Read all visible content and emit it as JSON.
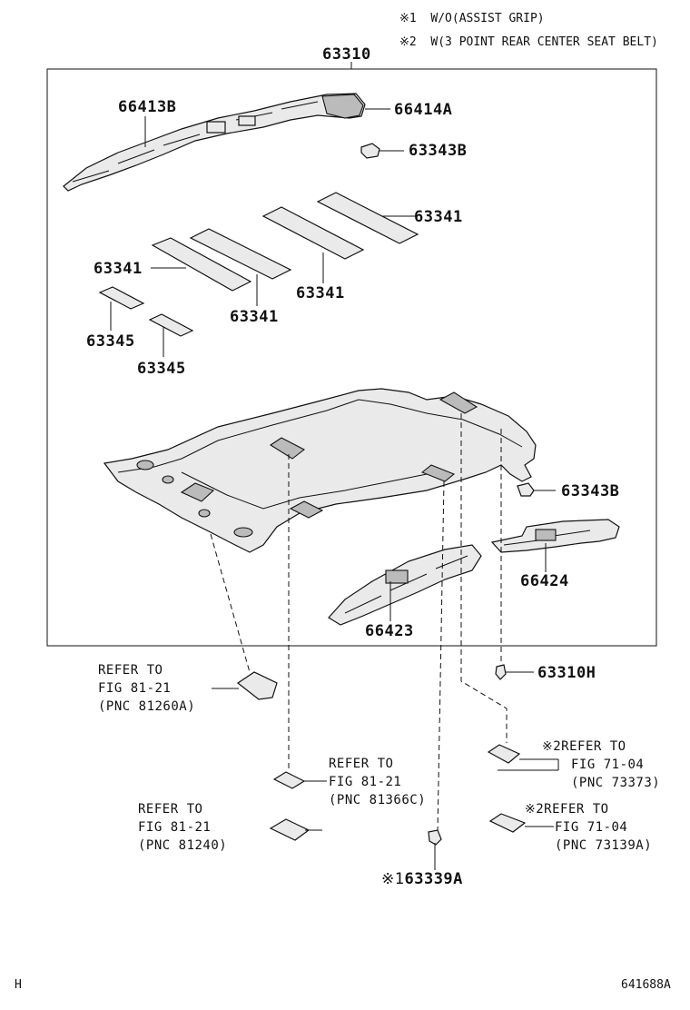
{
  "notes": [
    {
      "mark": "※1",
      "text": "W/O(ASSIST GRIP)"
    },
    {
      "mark": "※2",
      "text": "W(3 POINT REAR CENTER SEAT BELT)"
    }
  ],
  "labels": {
    "assembly": "63310",
    "p66413b": "66413B",
    "p66414a": "66414A",
    "p63343b_top": "63343B",
    "p63341_a": "63341",
    "p63341_b": "63341",
    "p63341_c": "63341",
    "p63341_d": "63341",
    "p63345_a": "63345",
    "p63345_b": "63345",
    "p63343b_mid": "63343B",
    "p66424": "66424",
    "p66423": "66423",
    "p63310h": "63310H",
    "p63339a": "63339A",
    "p63339a_mark": "※1"
  },
  "refs": {
    "r1": {
      "line1": "REFER TO",
      "line2": "FIG 81-21",
      "line3": "(PNC 81260A)"
    },
    "r2": {
      "line1": "REFER TO",
      "line2": "FIG 81-21",
      "line3": "(PNC 81366C)"
    },
    "r3": {
      "line1": "REFER TO",
      "line2": "FIG 81-21",
      "line3": "(PNC 81240)"
    },
    "r4": {
      "mark": "※2",
      "line1": "REFER TO",
      "line2": "FIG 71-04",
      "line3": "(PNC 73373)"
    },
    "r5": {
      "mark": "※2",
      "line1": "REFER TO",
      "line2": "FIG 71-04",
      "line3": "(PNC 73139A)"
    }
  },
  "footer": {
    "left": "H",
    "right": "641688A"
  }
}
